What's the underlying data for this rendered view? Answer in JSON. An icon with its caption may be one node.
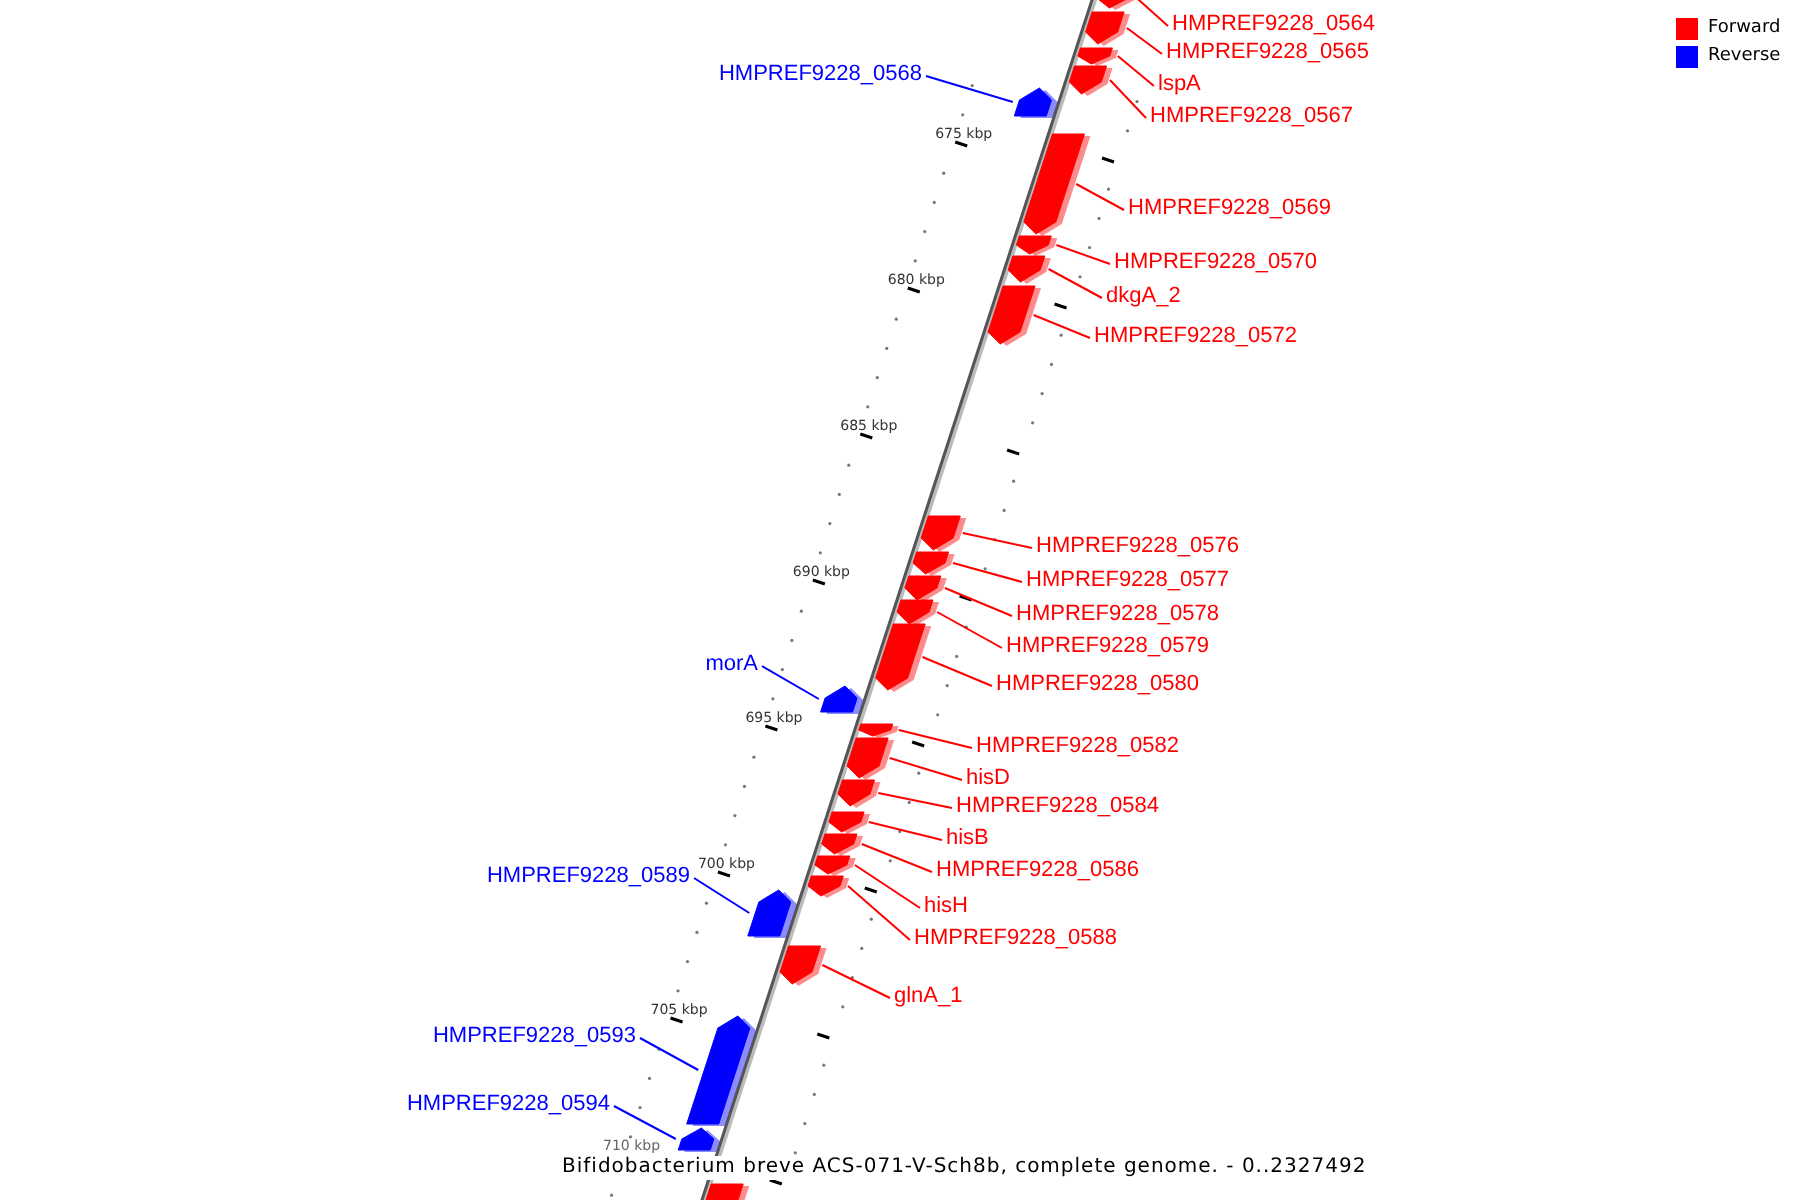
{
  "diagram": {
    "caption": "Bifidobacterium breve ACS-071-V-Sch8b, complete genome. - 0..2327492",
    "nodes": [
      {
        "text": [
          "HMPREF9228_0564"
        ]
      },
      {
        "text": [],
        "shape": "box"
      },
      {
        "text": [
          "HMPREF9228_0565"
        ]
      },
      {
        "text": [],
        "shape": "box"
      },
      {
        "text": [
          "HMPREF9228_0568"
        ]
      },
      {
        "text": [],
        "shape": "box"
      },
      {
        "text": [
          "lspA"
        ]
      },
      {
        "text": [],
        "shape": "box"
      },
      {
        "text": [
          "HMPREF9228_0567"
        ]
      },
      {
        "text": [],
        "shape": "box"
      },
      {
        "text": [
          "HMPREF9228_0569"
        ]
      },
      {
        "text": [],
        "shape": "box"
      },
      {
        "text": [
          "HMPREF9228_0570"
        ]
      },
      {
        "text": [],
        "shape": "box"
      },
      {
        "text": [
          "dkgA_2"
        ]
      },
      {
        "text": [],
        "shape": "box"
      },
      {
        "text": [
          "HMPREF9228_0572"
        ]
      },
      {
        "text": [],
        "shape": "box"
      },
      {
        "text": [
          "HMPREF9228_0576"
        ]
      },
      {
        "text": [],
        "shape": "box"
      },
      {
        "text": [
          "HMPREF9228_0577"
        ]
      },
      {
        "text": [],
        "shape": "box"
      },
      {
        "text": [
          "HMPREF9228_0578"
        ]
      },
      {
        "text": [],
        "shape": "box"
      },
      {
        "text": [
          "HMPREF9228_0579"
        ]
      },
      {
        "text": [],
        "shape": "box"
      },
      {
        "text": [
          "morA"
        ]
      },
      {
        "text": [],
        "shape": "box"
      },
      {
        "text": [
          "HMPREF9228_0580"
        ]
      },
      {
        "text": [],
        "shape": "box"
      },
      {
        "text": [
          "HMPREF9228_0582"
        ]
      },
      {
        "text": [],
        "shape": "box"
      },
      {
        "text": [
          "hisD"
        ]
      },
      {
        "text": [],
        "shape": "box"
      },
      {
        "text": [
          "HMPREF9228_0584"
        ]
      },
      {
        "text": [],
        "shape": "box"
      },
      {
        "text": [
          "hisB"
        ]
      },
      {
        "text": [],
        "shape": "box"
      },
      {
        "text": [
          "HMPREF9228_0586"
        ]
      },
      {
        "text": [],
        "shape": "box"
      },
      {
        "text": [
          "HMPREF9228_0589"
        ]
      },
      {
        "text": [],
        "shape": "box"
      },
      {
        "text": [
          "hisH"
        ]
      },
      {
        "text": [],
        "shape": "box"
      },
      {
        "text": [
          "HMPREF9228_0588"
        ]
      },
      {
        "text": [],
        "shape": "box"
      },
      {
        "text": [
          "glnA_1"
        ]
      },
      {
        "text": [],
        "shape": "box"
      },
      {
        "text": [
          "HMPREF9228_0593"
        ]
      },
      {
        "text": [],
        "shape": "box"
      },
      {
        "text": [
          "HMPREF9228_0594"
        ]
      },
      {
        "text": [],
        "shape": "box"
      },
      {
        "text": [],
        "shape": "box"
      }
    ],
    "edges": [
      {
        "from": 0,
        "to": 1,
        "arrow": "none"
      },
      {
        "from": 2,
        "to": 3,
        "arrow": "none"
      },
      {
        "from": 4,
        "to": 5,
        "arrow": "none",
        "color": "#0000ff"
      },
      {
        "from": 6,
        "to": 7,
        "arrow": "none"
      },
      {
        "from": 8,
        "to": 9,
        "arrow": "none"
      },
      {
        "from": 10,
        "to": 11,
        "arrow": "none"
      },
      {
        "from": 12,
        "to": 13,
        "arrow": "none"
      },
      {
        "from": 14,
        "to": 15,
        "arrow": "none"
      },
      {
        "from": 16,
        "to": 17,
        "arrow": "none"
      },
      {
        "from": 18,
        "to": 19,
        "arrow": "none"
      },
      {
        "from": 20,
        "to": 21,
        "arrow": "none"
      },
      {
        "from": 22,
        "to": 23,
        "arrow": "none"
      },
      {
        "from": 24,
        "to": 25,
        "arrow": "none"
      },
      {
        "from": 26,
        "to": 27,
        "arrow": "none",
        "color": "#0000ff"
      },
      {
        "from": 28,
        "to": 29,
        "arrow": "none"
      },
      {
        "from": 30,
        "to": 31,
        "arrow": "none"
      },
      {
        "from": 32,
        "to": 33,
        "arrow": "none"
      },
      {
        "from": 34,
        "to": 35,
        "arrow": "none"
      },
      {
        "from": 36,
        "to": 37,
        "arrow": "none"
      },
      {
        "from": 38,
        "to": 39,
        "arrow": "none"
      },
      {
        "from": 40,
        "to": 41,
        "arrow": "none",
        "color": "#0000ff"
      },
      {
        "from": 42,
        "to": 43,
        "arrow": "none"
      },
      {
        "from": 44,
        "to": 45,
        "arrow": "none"
      },
      {
        "from": 46,
        "to": 47,
        "arrow": "none"
      },
      {
        "from": 48,
        "to": 49,
        "arrow": "none",
        "color": "#0000ff"
      },
      {
        "from": 50,
        "to": 51,
        "arrow": "none",
        "color": "#0000ff"
      }
    ],
    "labels": [
      "675 kbp",
      "680 kbp",
      "685 kbp",
      "690 kbp",
      "695 kbp",
      "700 kbp",
      "705 kbp",
      "710 kbp"
    ],
    "legend": [
      {
        "text": "Forward",
        "color": "#ff0000"
      },
      {
        "text": "Reverse",
        "color": "#0000ff"
      }
    ]
  }
}
